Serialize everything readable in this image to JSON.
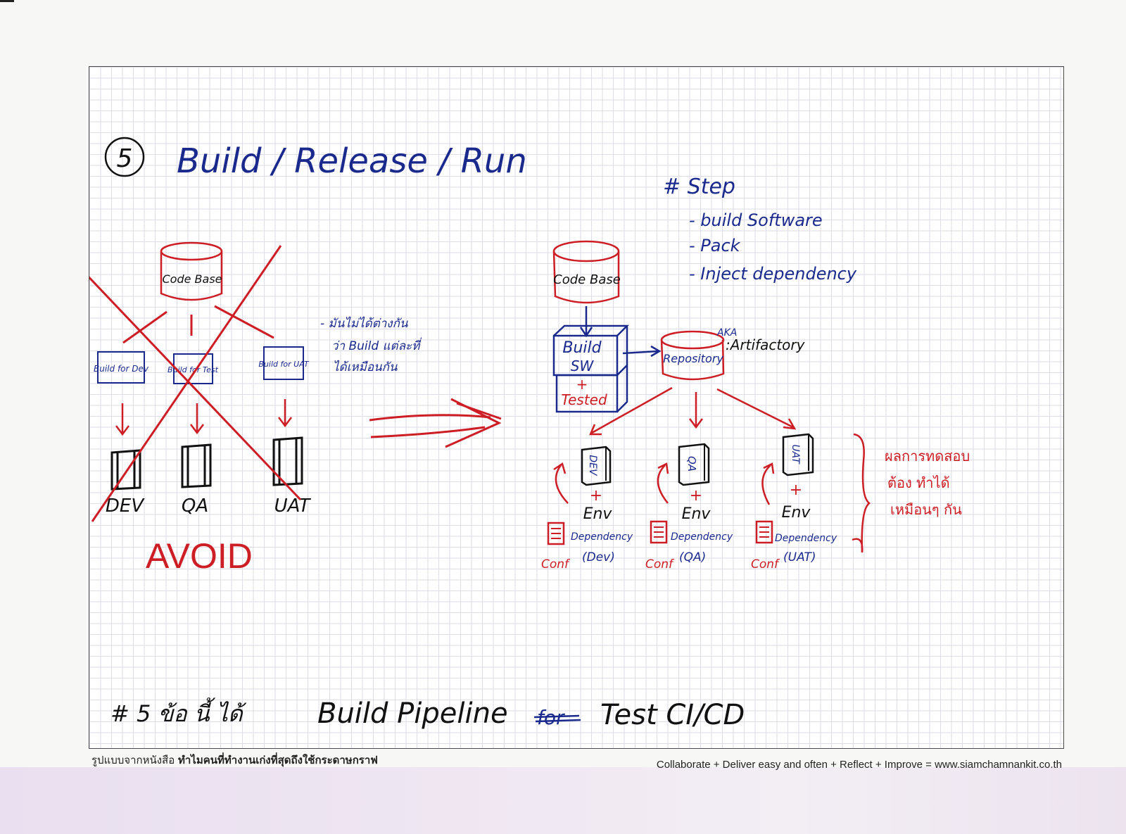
{
  "title": {
    "number": "5",
    "text": "Build / Release / Run"
  },
  "left_diagram": {
    "codebase": "Code Base",
    "builds": [
      "Build for Dev",
      "Build for Test",
      "Build for UAT"
    ],
    "envs": [
      "DEV",
      "QA",
      "UAT"
    ],
    "verdict": "AVOID"
  },
  "middle_note": {
    "line1": "- มันไม่ได้ต่างกัน",
    "line2": "ว่า Build แต่ละที่",
    "line3": "ได้เหมือนกัน"
  },
  "steps": {
    "heading": "# Step",
    "items": [
      "- build Software",
      "- Pack",
      "- Inject dependency"
    ]
  },
  "right_diagram": {
    "codebase": "Code Base",
    "build_line1": "Build",
    "build_line2": "SW",
    "plus": "+",
    "tested": "Tested",
    "repository": "Repository",
    "aka": "AKA",
    "artifactory": ":Artifactory",
    "servers": [
      {
        "label": "DEV",
        "env": "Env",
        "dep": "Dependency",
        "conf": "Conf",
        "suffix": "(Dev)"
      },
      {
        "label": "QA",
        "env": "Env",
        "dep": "Dependency",
        "conf": "Conf",
        "suffix": "(QA)"
      },
      {
        "label": "UAT",
        "env": "Env",
        "dep": "Dependency",
        "conf": "Conf",
        "suffix": "(UAT)"
      }
    ],
    "side_note": [
      "ผลการทดสอบ",
      "ต้อง ทำได้",
      "เหมือนๆ กัน"
    ]
  },
  "bottom_line": {
    "prefix": "# 5 ข้อ นี้ ได้",
    "text": "Build Pipeline",
    "struck": "for",
    "tail": "Test CI/CD"
  },
  "footer": {
    "left_plain": "รูปแบบจากหนังสือ ",
    "left_bold": "ทำไมคนที่ทำงานเก่งที่สุดถึงใช้กระดาษกราฟ",
    "right": "Collaborate + Deliver easy and often + Reflect + Improve = www.siamchamnankit.co.th"
  },
  "colors": {
    "ink_blue": "#1a2a8c",
    "ink_red": "#cc1e24",
    "ink_black": "#111111",
    "grid": "#dcdde6"
  }
}
